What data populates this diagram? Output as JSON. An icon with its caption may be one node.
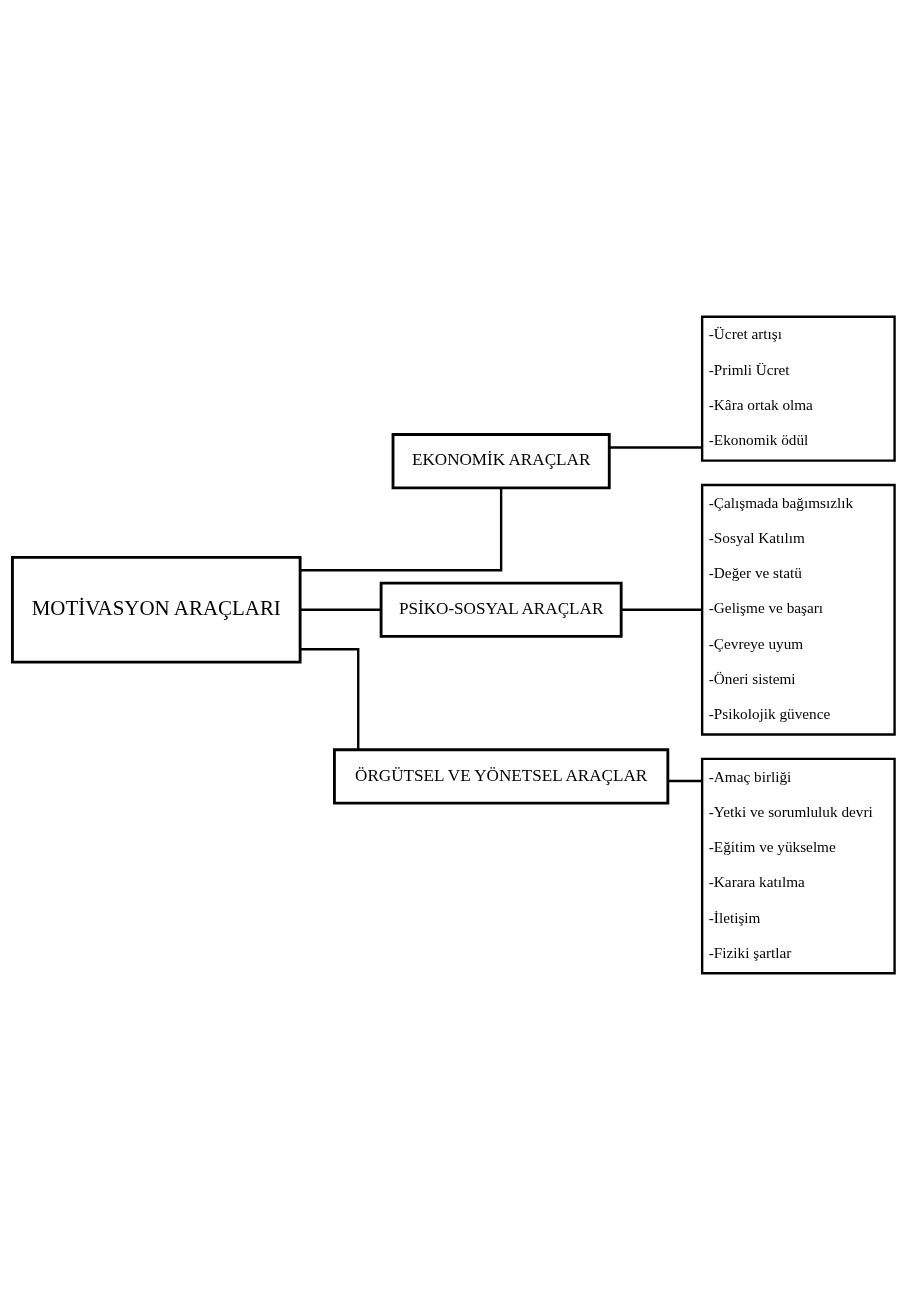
{
  "diagram": {
    "nodes": [
      {
        "text": [
          "MOTİVASYON ARAÇLARI"
        ]
      },
      {
        "text": [
          "EKONOMİK ARAÇLAR"
        ]
      },
      {
        "text": [
          "-Ücret artışı",
          "-Primli Ücret",
          "-Kâra ortak olma",
          "-Ekonomik ödül"
        ]
      },
      {
        "text": [
          "PSİKO-SOSYAL ARAÇLAR"
        ]
      },
      {
        "text": [
          "-Çalışmada bağımsızlık",
          "-Sosyal Katılım",
          "-Değer ve statü",
          "-Gelişme ve başarı",
          "-Çevreye uyum",
          "-Öneri sistemi",
          "-Psikolojik güvence"
        ]
      },
      {
        "text": [
          "ÖRGÜTSEL VE YÖNETSEL ARAÇLAR"
        ]
      },
      {
        "text": [
          "-Amaç birliği",
          "-Yetki ve sorumluluk devri",
          "-Eğitim ve yükselme",
          "-Karara katılma",
          "-İletişim",
          "-Fiziki şartlar"
        ]
      }
    ],
    "edges": [
      {
        "from": 0,
        "to": 1,
        "arrow": "none"
      },
      {
        "from": 1,
        "to": 2,
        "arrow": "none"
      },
      {
        "from": 0,
        "to": 3,
        "arrow": "none"
      },
      {
        "from": 3,
        "to": 4,
        "arrow": "none"
      },
      {
        "from": 0,
        "to": 5,
        "arrow": "none"
      },
      {
        "from": 5,
        "to": 6,
        "arrow": "none"
      }
    ]
  }
}
